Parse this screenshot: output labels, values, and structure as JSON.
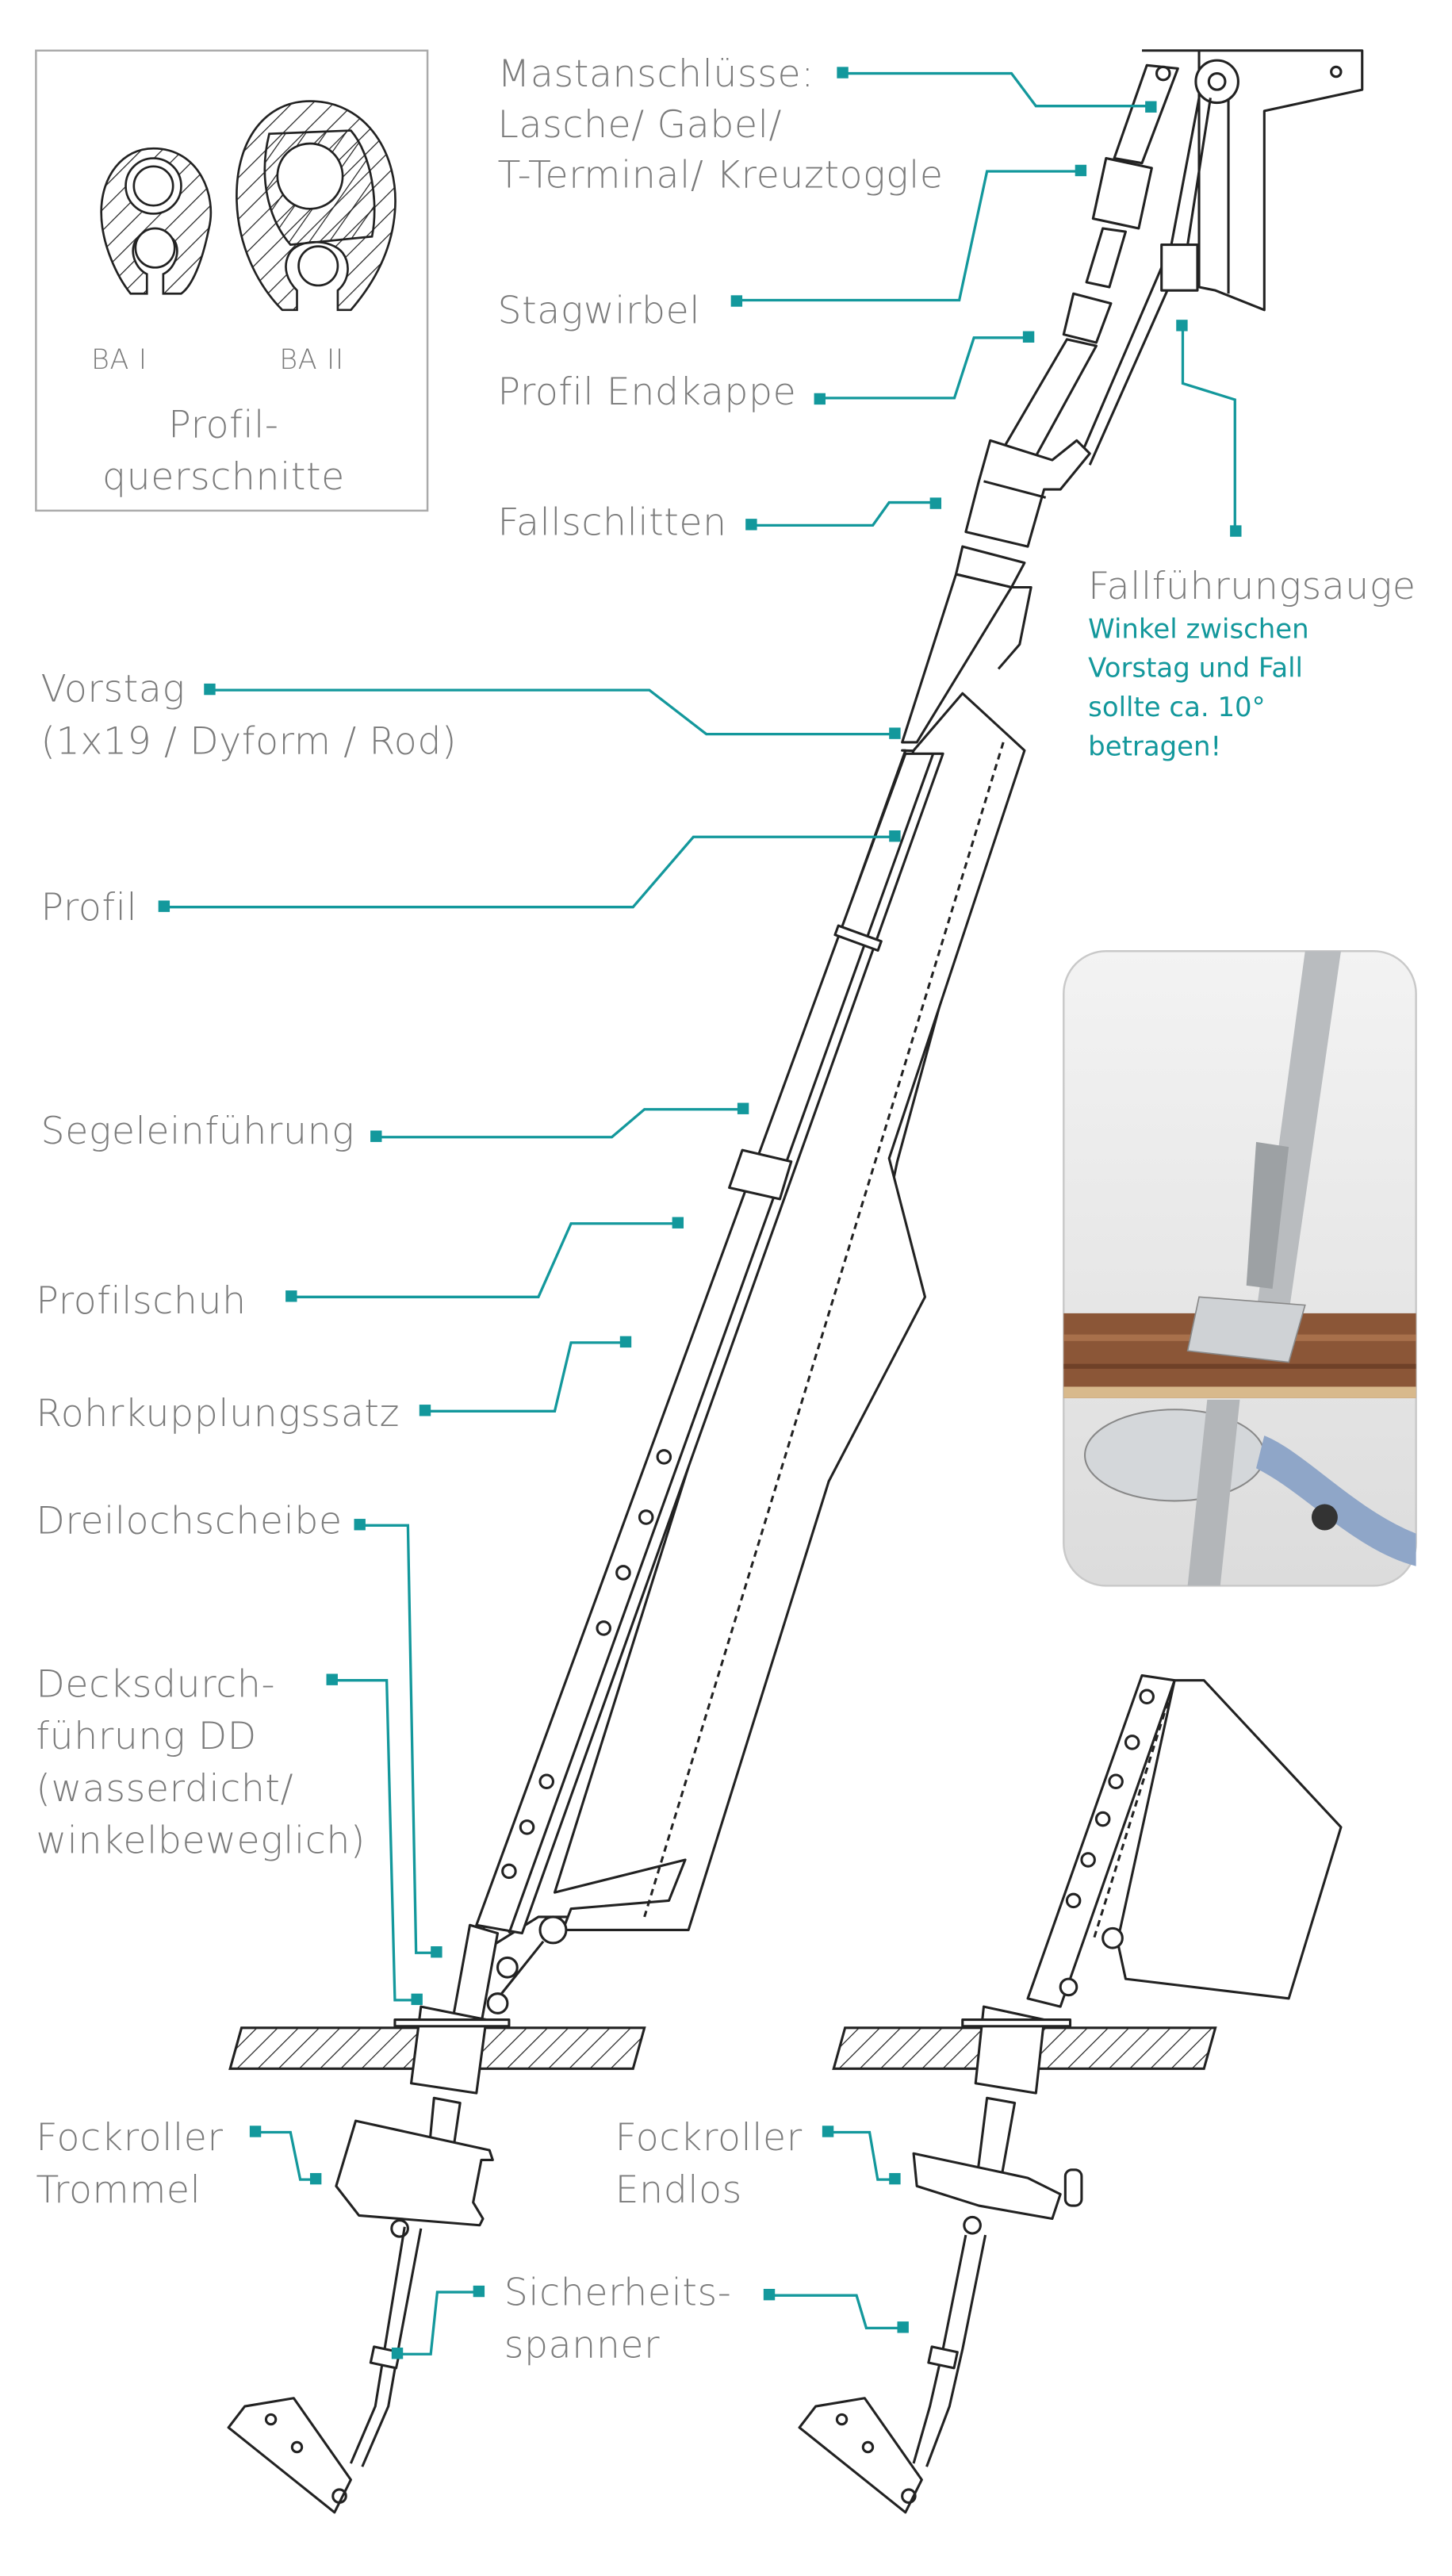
{
  "cross_sections": {
    "ba1": "BA I",
    "ba2": "BA II",
    "title_line1": "Profil-",
    "title_line2": "querschnitte"
  },
  "labels": {
    "mast": [
      "Mastanschlüsse:",
      "Lasche/ Gabel/",
      "T-Terminal/ Kreuztoggle"
    ],
    "swivel": "Stagwirbel",
    "endcap": "Profil Endkappe",
    "halyard_car": "Fallschlitten",
    "halyard_eye": "Fallführungsauge",
    "halyard_note": [
      "Winkel zwischen",
      "Vorstag und Fall",
      "sollte ca. 10°",
      "betragen!"
    ],
    "forestay": [
      "Vorstag",
      "(1x19 / Dyform / Rod)"
    ],
    "profile": "Profil",
    "feeder": "Segeleinführung",
    "profile_shoe": "Profilschuh",
    "coupling": "Rohrkupplungssatz",
    "three_hole": "Dreilochscheibe",
    "deck_feed": [
      "Decksdurch-",
      "führung DD",
      "(wasserdicht/",
      "winkelbeweglich)"
    ],
    "drum": [
      "Fockroller",
      "Trommel"
    ],
    "endless": [
      "Fockroller",
      "Endlos"
    ],
    "safety": [
      "Sicherheits-",
      "spanner"
    ]
  },
  "colors": {
    "accent": "#13989c",
    "text": "#7b7b7b",
    "line": "#222222"
  }
}
